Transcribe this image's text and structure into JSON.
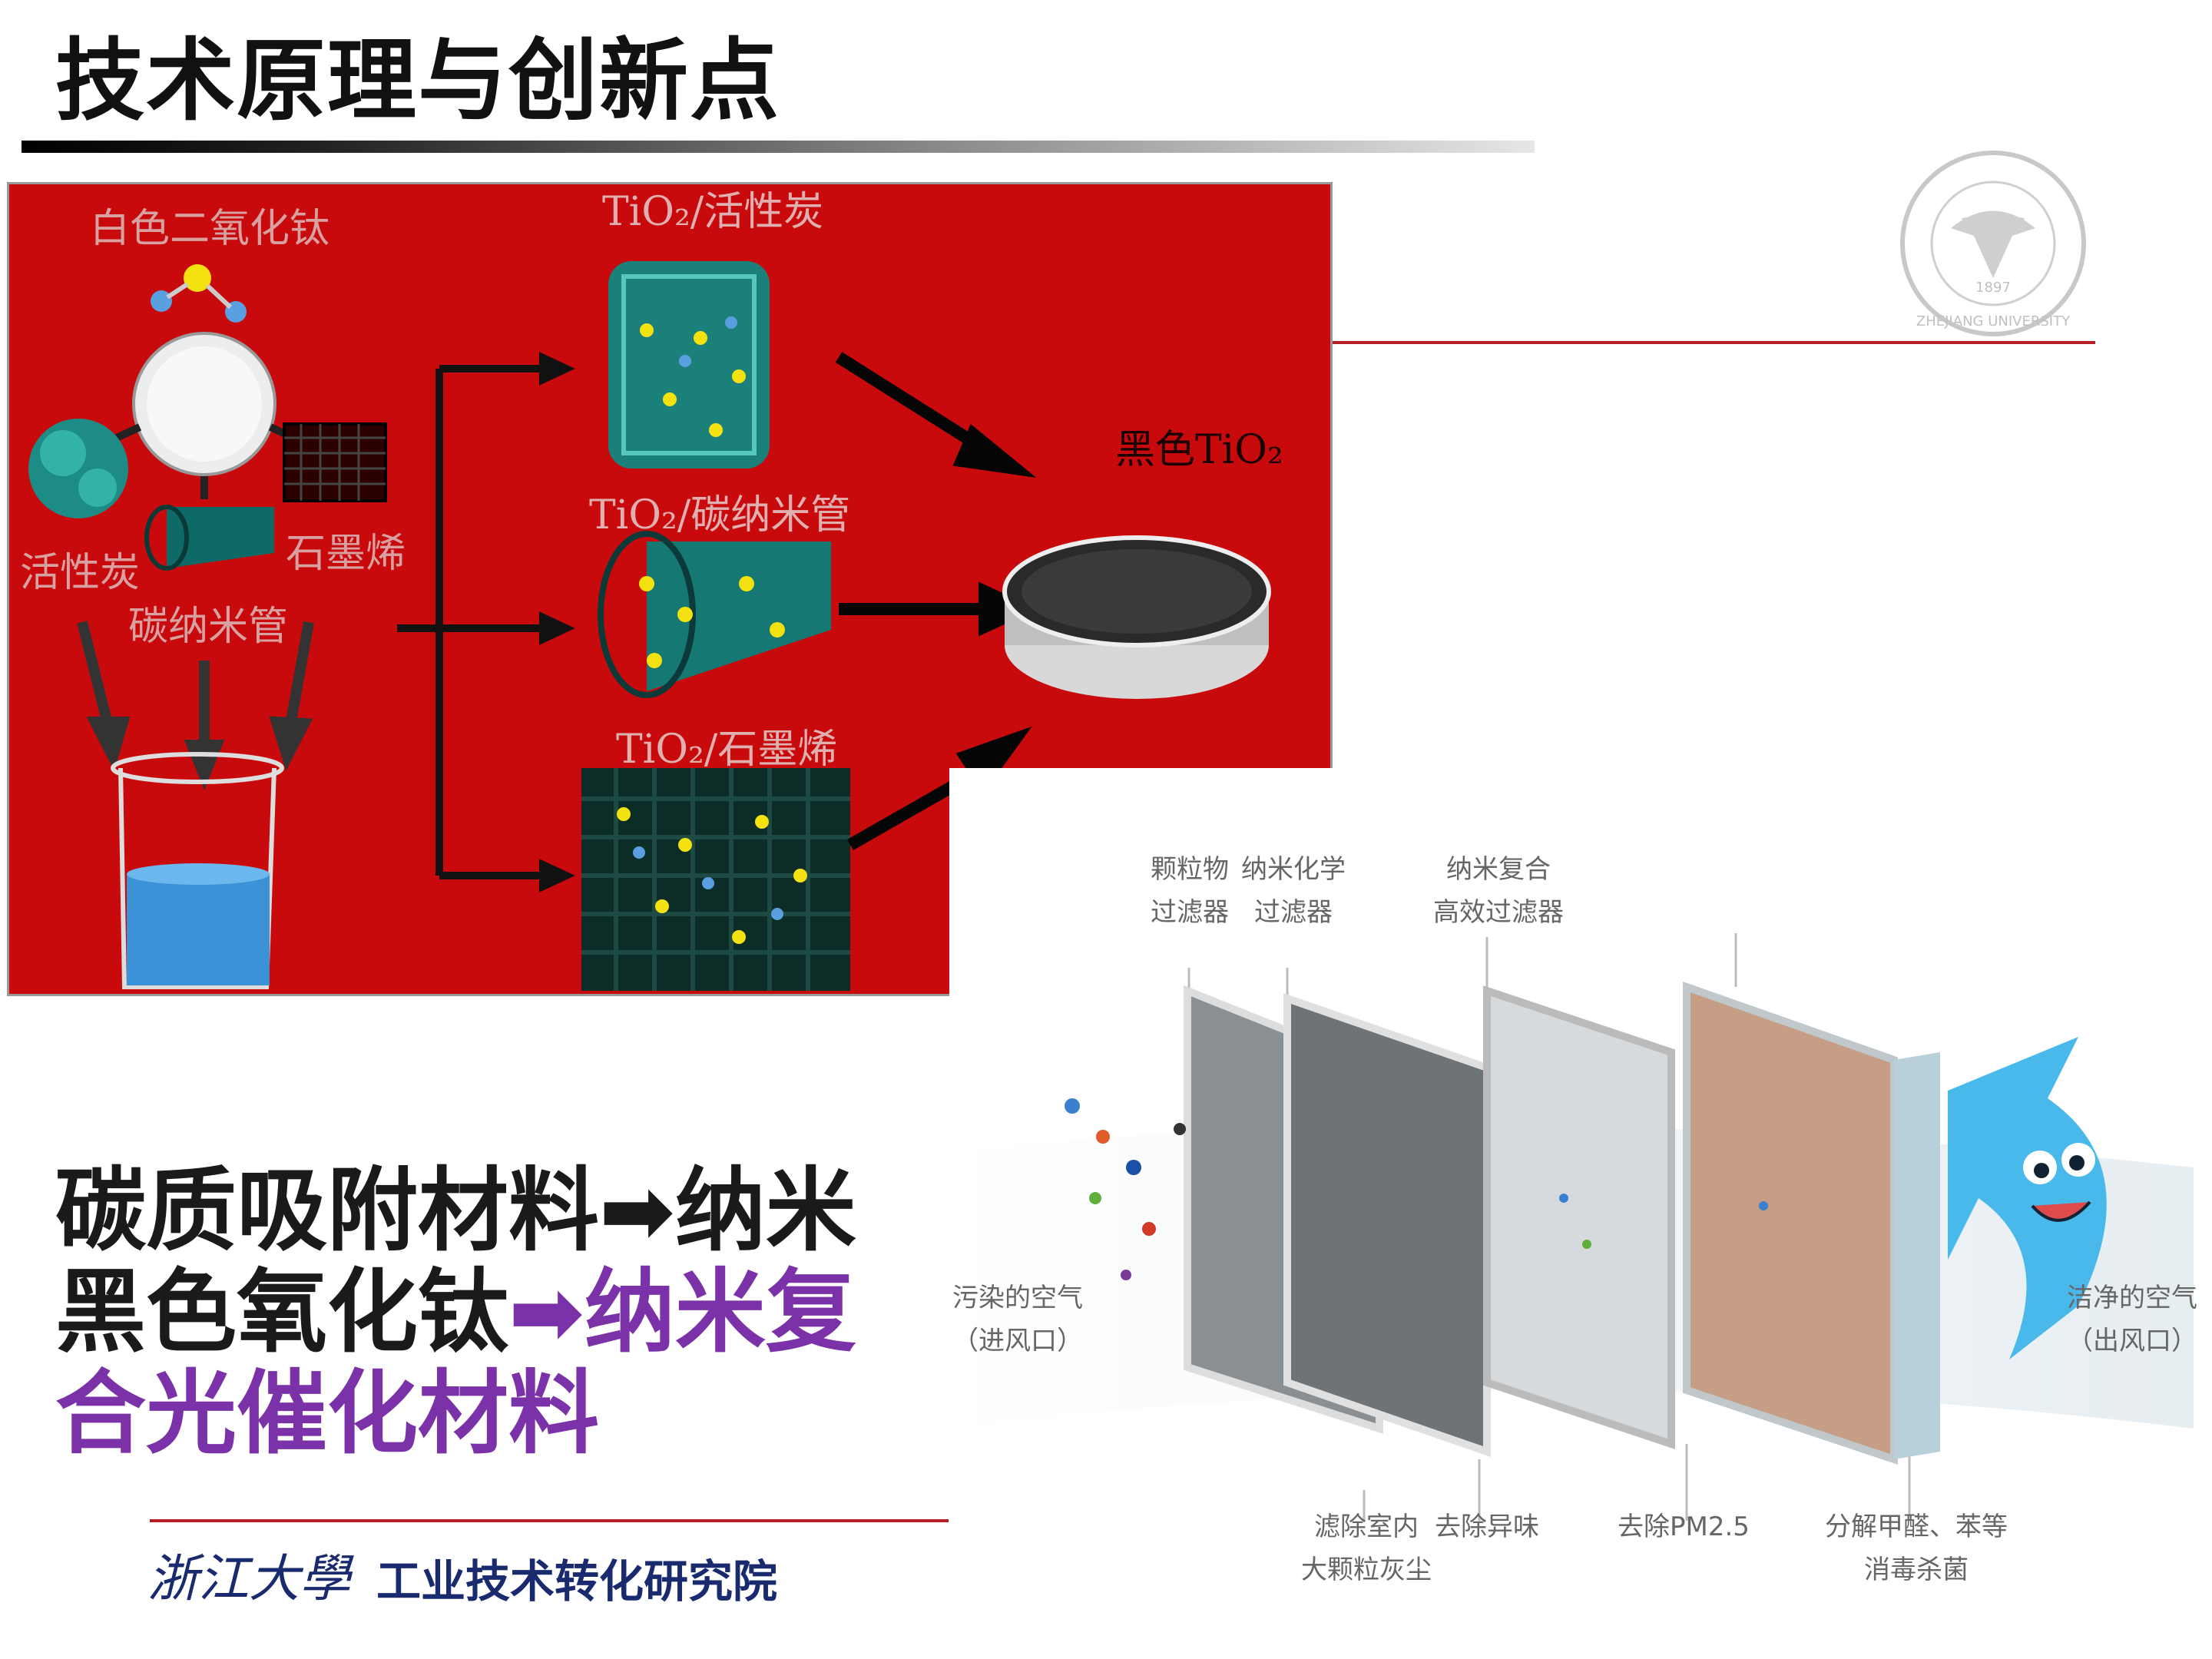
{
  "title": "技术原理与创新点",
  "diagram": {
    "white_tio2": "白色二氧化钛",
    "activated_carbon": "活性炭",
    "carbon_nanotube": "碳纳米管",
    "graphene": "石墨烯",
    "tio2_ac": "TiO₂/活性炭",
    "tio2_cnt": "TiO₂/碳纳米管",
    "tio2_graphene": "TiO₂/石墨烯",
    "black_tio2": "黑色TiO₂"
  },
  "main_text": {
    "part1": "碳质吸附材料",
    "arrow1": "➡",
    "part2": "纳米黑色氧化钛",
    "arrow2": "➡",
    "part3": "纳米复合光催化材料"
  },
  "filter": {
    "label_particle_1": "颗粒物",
    "label_particle_2": "过滤器",
    "label_nano_chem_1": "纳米化学",
    "label_nano_chem_2": "过滤器",
    "label_nano_comp_1": "纳米复合",
    "label_nano_comp_2": "高效过滤器",
    "label_dirty_1": "污染的空气",
    "label_dirty_2": "（进风口）",
    "label_clean_1": "洁净的空气",
    "label_clean_2": "（出风口）",
    "label_dust_1": "滤除室内",
    "label_dust_2": "大颗粒灰尘",
    "label_odor": "去除异味",
    "label_pm": "去除PM2.5",
    "label_form_1": "分解甲醛、苯等",
    "label_form_2": "消毒杀菌"
  },
  "footer": {
    "script": "浙江大學",
    "institute": "工业技术转化研究院"
  },
  "logo": {
    "name": "ZHEJIANG UNIVERSITY",
    "year": "1897"
  },
  "colors": {
    "panel_red": "#c80a0c",
    "accent_purple": "#7b32a8",
    "rule_red": "#b41e24",
    "footer_navy": "#1a2a6e"
  }
}
